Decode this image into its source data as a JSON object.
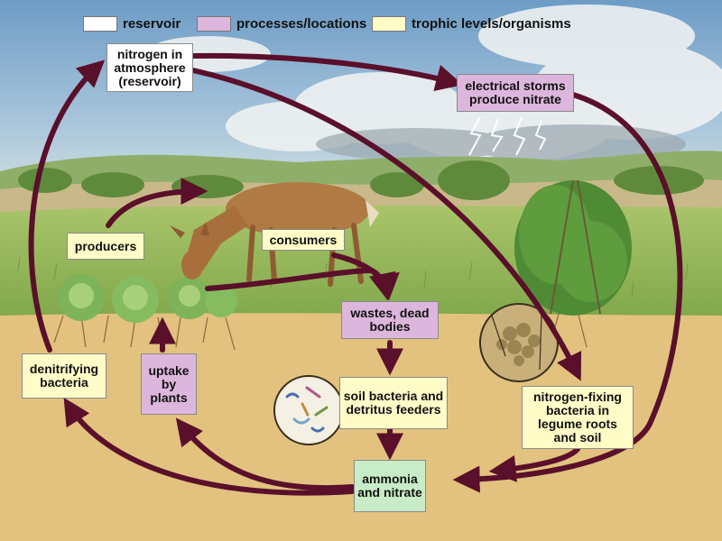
{
  "legend": {
    "reservoir": "reservoir",
    "processes": "processes/locations",
    "trophic": "trophic levels/organisms"
  },
  "colors": {
    "reservoir": "#ffffff",
    "processes": "#dcb6dc",
    "trophic": "#fffcc8",
    "ammonia": "#c8ecc8",
    "arrow": "#5a0f2a"
  },
  "nodes": {
    "atmosphere": "nitrogen in atmosphere (reservoir)",
    "storms": "electrical storms produce nitrate",
    "producers": "producers",
    "consumers": "consumers",
    "wastes": "wastes, dead bodies",
    "soil_bacteria": "soil bacteria and detritus feeders",
    "fixing": "nitrogen-fixing bacteria in legume roots and soil",
    "ammonia": "ammonia and nitrate",
    "uptake": "uptake by plants",
    "denitrifying": "denitrifying bacteria"
  }
}
